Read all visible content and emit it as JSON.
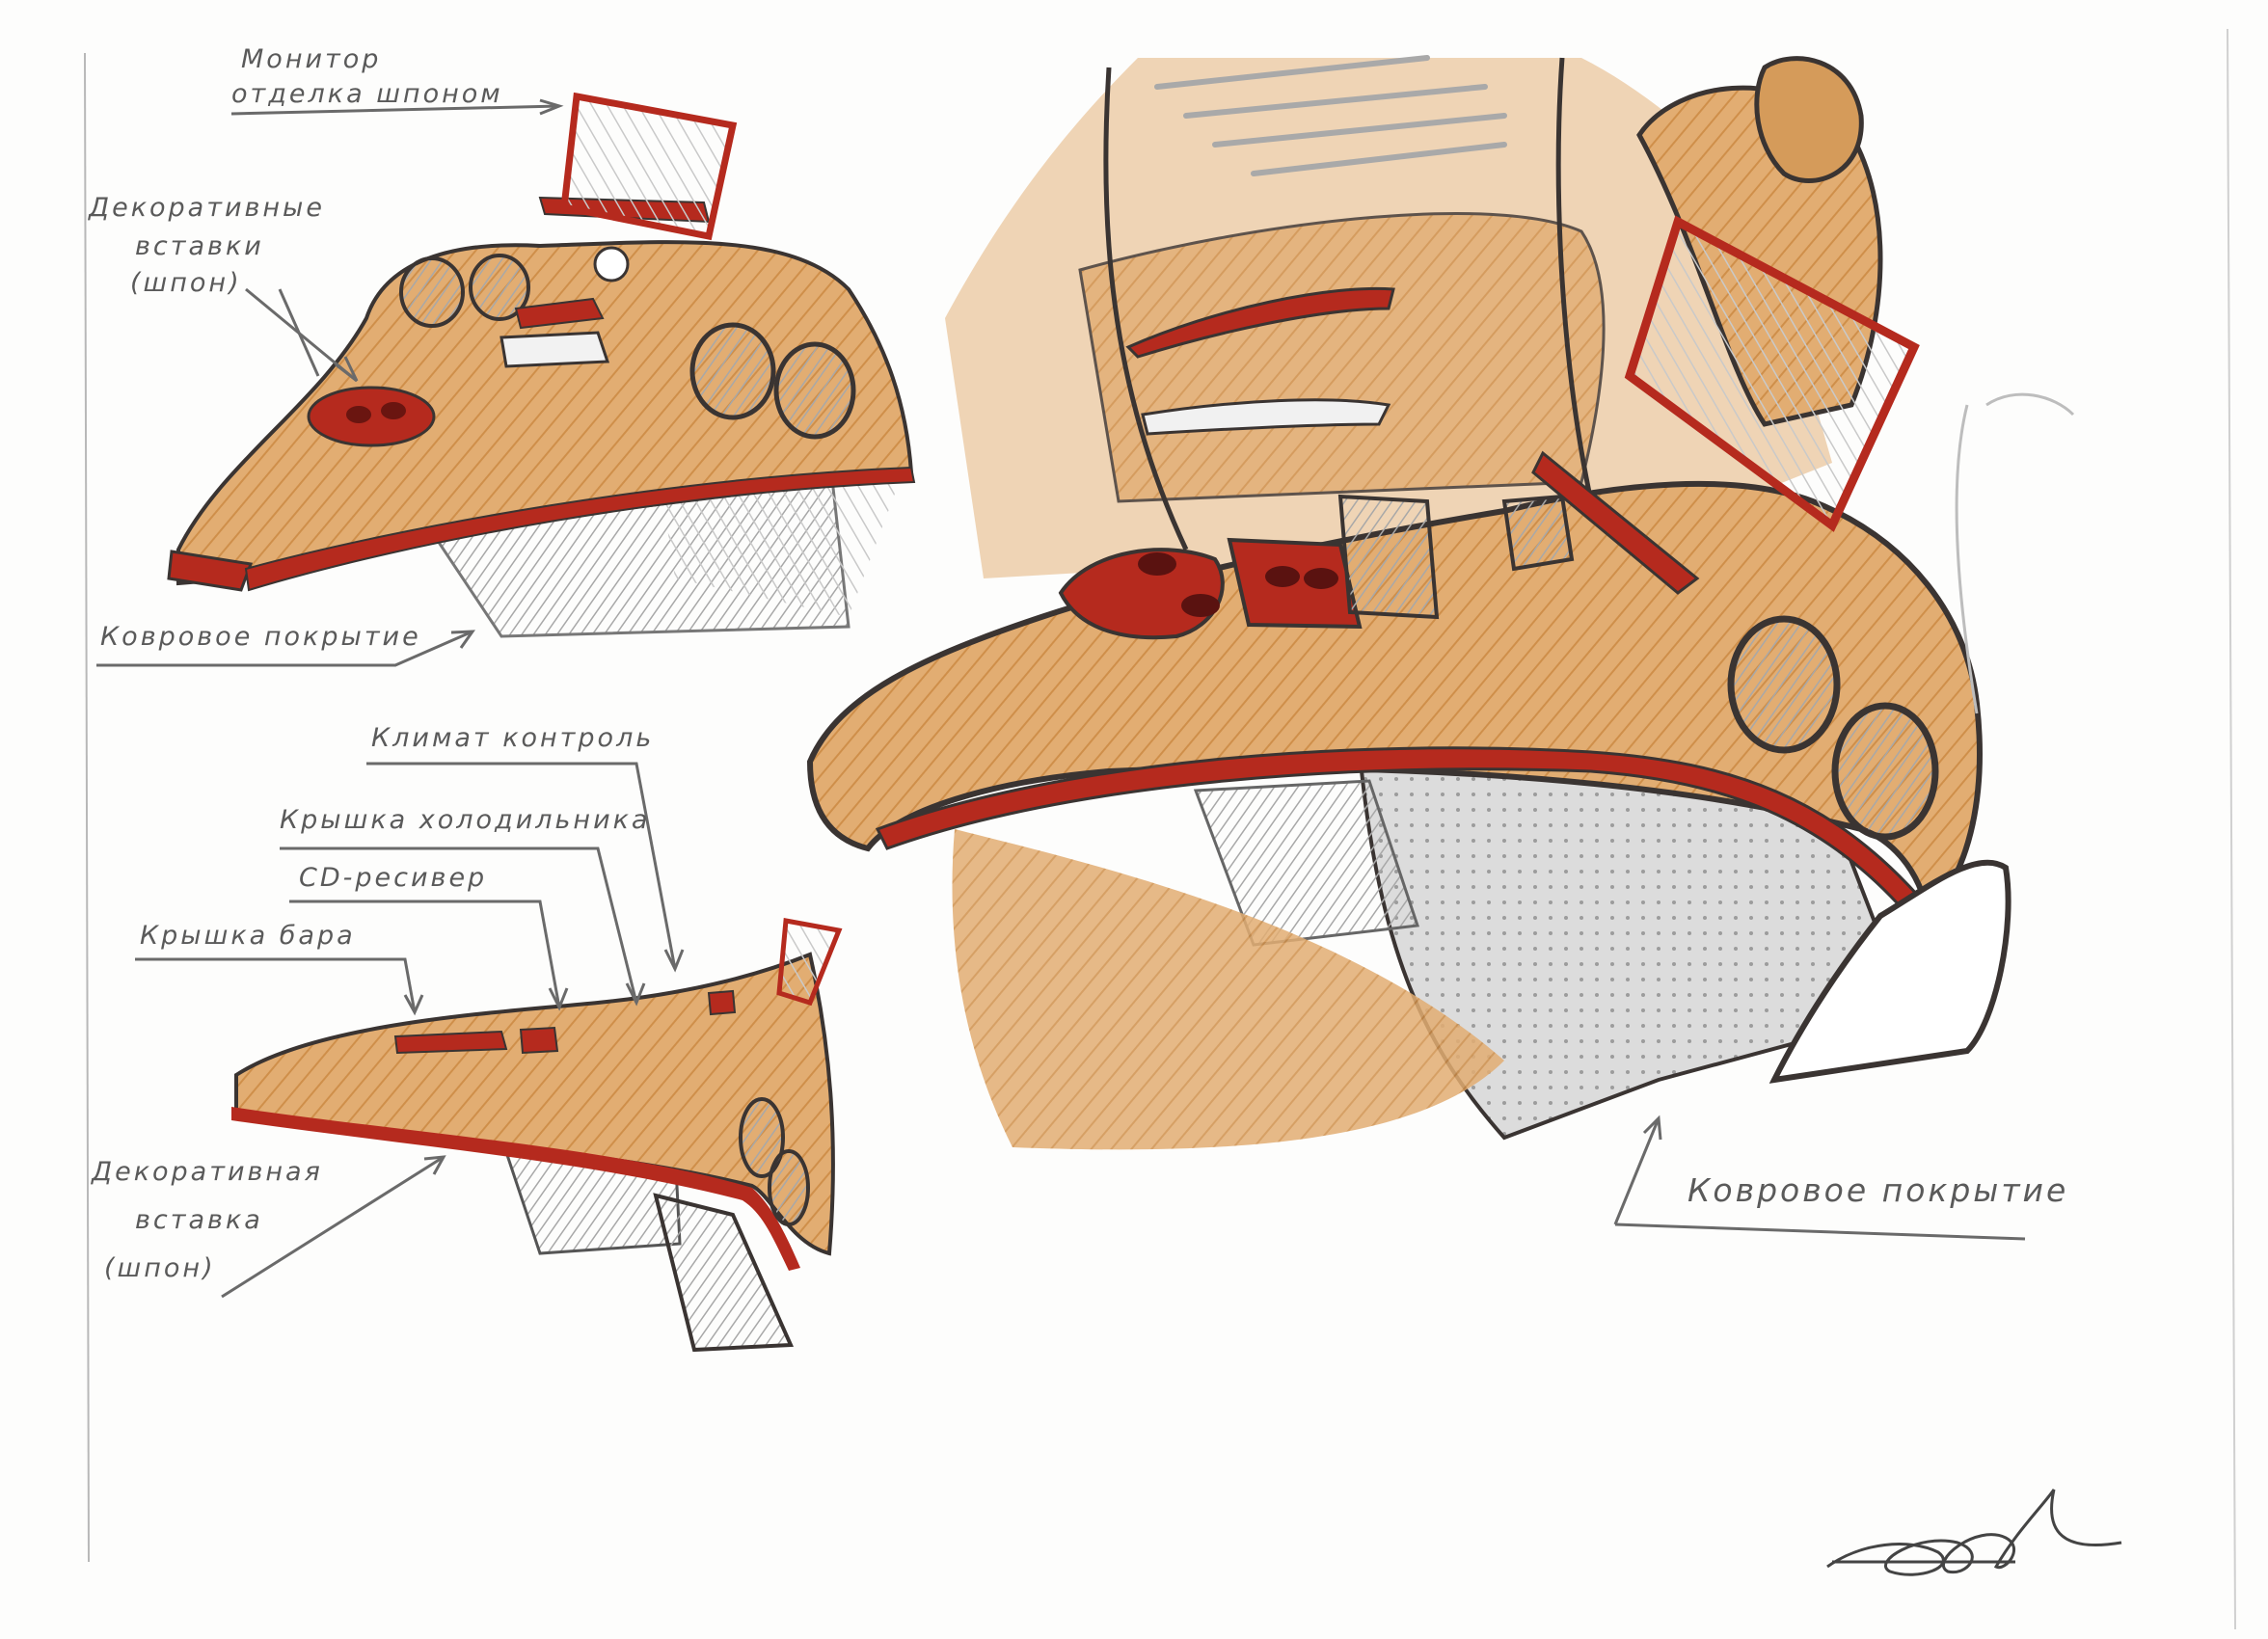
{
  "labels": {
    "monitor_line1": "Монитор",
    "monitor_line2": "отделка шпоном",
    "deco_inserts_line1": "Декоративные",
    "deco_inserts_line2": "вставки",
    "deco_inserts_line3": "(шпон)",
    "carpet_top": "Ковровое покрытие",
    "climate": "Климат контроль",
    "fridge_lid": "Крышка холодильника",
    "cd_receiver": "CD-ресивер",
    "bar_lid": "Крышка бара",
    "deco_insert_line1": "Декоративная",
    "deco_insert_line2": "вставка",
    "deco_insert_line3": "(шпон)",
    "carpet_right": "Ковровое покрытие"
  },
  "colors": {
    "wood": "#d9a066",
    "wood_dark": "#c98a45",
    "red_trim": "#b52a1e",
    "ink": "#3a3432",
    "pencil_grey": "#9a9a9a"
  }
}
